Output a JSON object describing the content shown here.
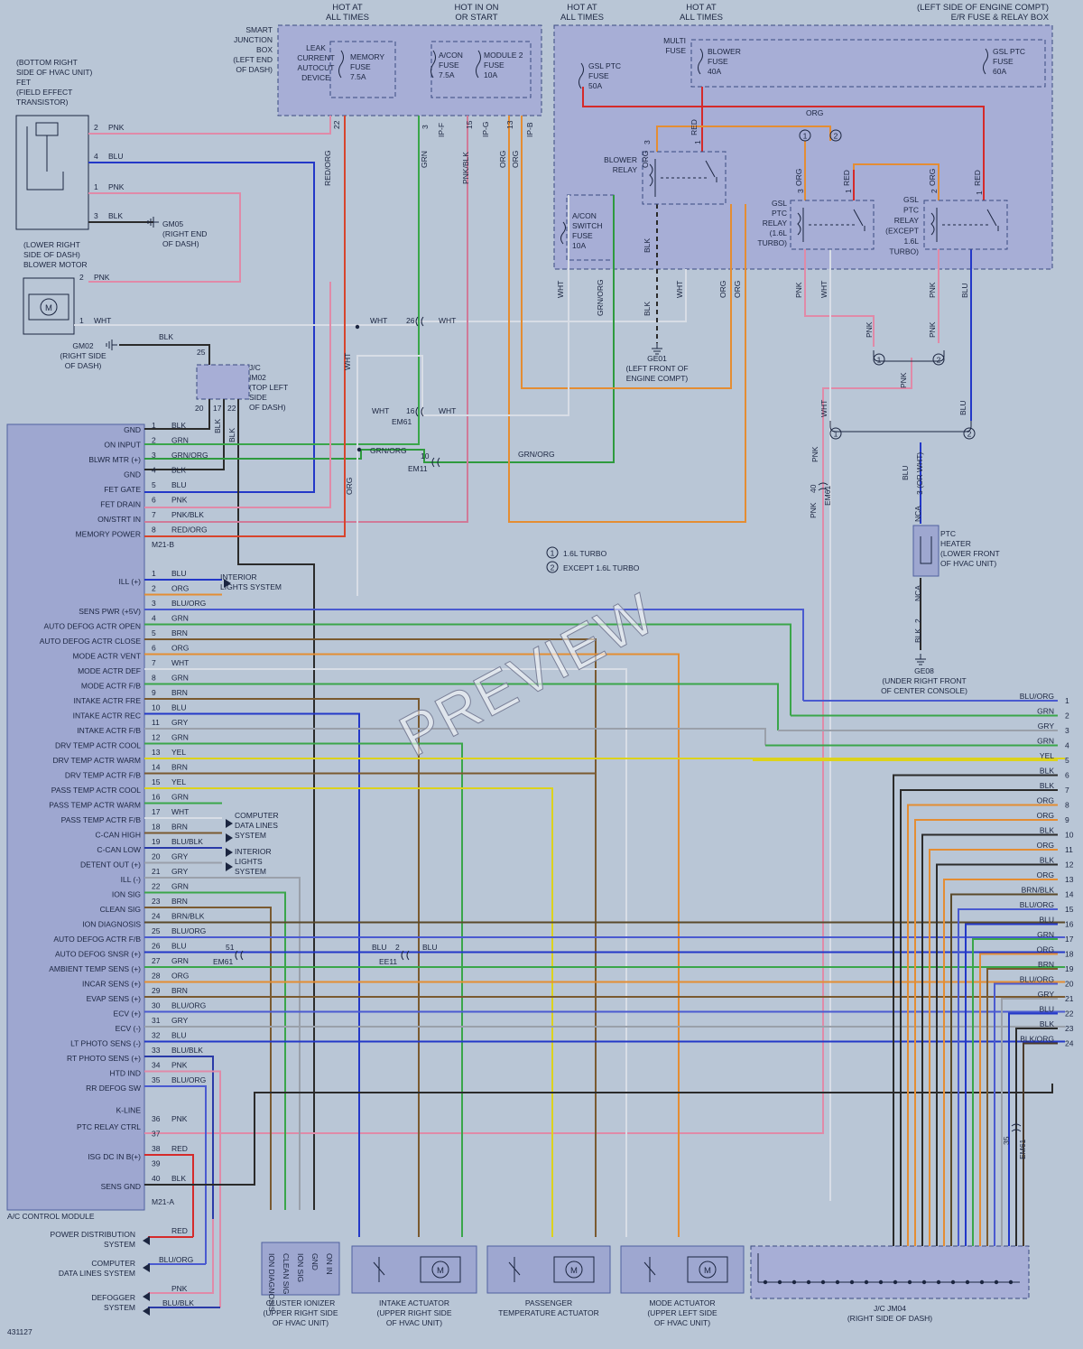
{
  "header": {
    "hot_all_times_left": [
      "HOT AT",
      "ALL TIMES"
    ],
    "hot_on_start": [
      "HOT IN ON",
      "OR START"
    ],
    "hot_all_times_mid": [
      "HOT AT",
      "ALL TIMES"
    ],
    "hot_all_times_right": [
      "HOT AT",
      "ALL TIMES"
    ],
    "engine_compt": [
      "(LEFT SIDE OF ENGINE COMPT)",
      "E/R FUSE & RELAY BOX"
    ]
  },
  "smart_junction": {
    "label": [
      "SMART",
      "JUNCTION",
      "BOX",
      "(LEFT END",
      "OF DASH)"
    ],
    "leak_device": [
      "LEAK",
      "CURRENT",
      "AUTOCUT",
      "DEVICE"
    ],
    "memory_fuse": [
      "MEMORY",
      "FUSE",
      "7.5A"
    ],
    "acon_fuse": [
      "A/CON",
      "FUSE",
      "7.5A"
    ],
    "module2_fuse": [
      "MODULE 2",
      "FUSE",
      "10A"
    ],
    "pins": [
      "22",
      "3",
      "15",
      "13"
    ],
    "connectors": [
      "IP-F",
      "IP-G",
      "IP-B"
    ]
  },
  "er_box": {
    "multi_fuse": [
      "MULTI",
      "FUSE"
    ],
    "gsl_ptc_fuse_50": [
      "GSL PTC",
      "FUSE",
      "50A"
    ],
    "blower_fuse": [
      "BLOWER",
      "FUSE",
      "40A"
    ],
    "gsl_ptc_fuse_60": [
      "GSL PTC",
      "FUSE",
      "60A"
    ],
    "blower_relay": [
      "BLOWER",
      "RELAY"
    ],
    "acon_switch_fuse": [
      "A/CON",
      "SWITCH",
      "FUSE",
      "10A"
    ],
    "gsl_ptc_relay_1": [
      "GSL",
      "PTC",
      "RELAY",
      "(1.6L",
      "TURBO)"
    ],
    "gsl_ptc_relay_2": [
      "GSL",
      "PTC",
      "RELAY",
      "(EXCEPT",
      "1.6L",
      "TURBO)"
    ]
  },
  "fet": {
    "label": [
      "(BOTTOM RIGHT",
      "SIDE OF HVAC UNIT)",
      "FET",
      "(FIELD EFFECT",
      "TRANSISTOR)"
    ],
    "pins": [
      {
        "num": "2",
        "color": "PNK"
      },
      {
        "num": "4",
        "color": "BLU"
      },
      {
        "num": "1",
        "color": "PNK"
      },
      {
        "num": "3",
        "color": "BLK"
      }
    ],
    "ground": [
      "GM05",
      "(RIGHT END",
      "OF DASH)"
    ]
  },
  "blower_motor": {
    "label": [
      "(LOWER RIGHT",
      "SIDE OF DASH)",
      "BLOWER MOTOR"
    ],
    "pin2": "PNK",
    "pin1": "WHT",
    "ground": [
      "GM02",
      "(RIGHT SIDE",
      "OF DASH)"
    ],
    "ground_wire": "BLK",
    "ground_pin": "25"
  },
  "jc_im02": {
    "label": [
      "J/C",
      "IM02",
      "(TOP LEFT",
      "SIDE",
      "OF DASH)"
    ],
    "pins": [
      "20",
      "17",
      "22"
    ]
  },
  "splices": {
    "em61_top": {
      "pin_a": "26",
      "pin_b": "16",
      "name": "EM61"
    },
    "em11": {
      "pin": "10",
      "name": "EM11"
    },
    "ge01": [
      "GE01",
      "(LEFT FRONT OF",
      "ENGINE COMPT)"
    ],
    "ge08": [
      "GE08",
      "(UNDER RIGHT FRONT",
      "OF CENTER CONSOLE)"
    ],
    "em61_mid": {
      "pin": "51",
      "name": "EM61"
    },
    "ee11": {
      "pin": "2",
      "name": "EE11"
    },
    "em61_ptc": {
      "pin": "40",
      "name": "EM61"
    },
    "em61_bottom": {
      "pin": "35",
      "name": "EM61"
    }
  },
  "ptc_heater": {
    "label": [
      "PTC",
      "HEATER",
      "(LOWER FRONT",
      "OF HVAC UNIT)"
    ],
    "pin3": "BLU",
    "pin3_alt": "3 (OR WHT)",
    "nca": "NCA",
    "pin2": "BLK"
  },
  "legend": [
    {
      "num": "1",
      "text": "1.6L TURBO"
    },
    {
      "num": "2",
      "text": "EXCEPT 1.6L TURBO"
    }
  ],
  "module": {
    "name": "A/C CONTROL MODULE",
    "conn_b": "M21-B",
    "conn_a": "M21-A",
    "b_pins": [
      {
        "label": "GND",
        "num": "1",
        "color": "BLK"
      },
      {
        "label": "ON INPUT",
        "num": "2",
        "color": "GRN"
      },
      {
        "label": "BLWR MTR (+)",
        "num": "3",
        "color": "GRN/ORG"
      },
      {
        "label": "GND",
        "num": "4",
        "color": "BLK"
      },
      {
        "label": "FET GATE",
        "num": "5",
        "color": "BLU"
      },
      {
        "label": "FET DRAIN",
        "num": "6",
        "color": "PNK"
      },
      {
        "label": "ON/STRT IN",
        "num": "7",
        "color": "PNK/BLK"
      },
      {
        "label": "MEMORY POWER",
        "num": "8",
        "color": "RED/ORG"
      }
    ],
    "a_pins": [
      {
        "label": "ILL (+)",
        "num": "1",
        "color": "BLU"
      },
      {
        "label": "",
        "num": "2",
        "color": "ORG"
      },
      {
        "label": "SENS PWR (+5V)",
        "num": "3",
        "color": "BLU/ORG"
      },
      {
        "label": "AUTO DEFOG ACTR OPEN",
        "num": "4",
        "color": "GRN"
      },
      {
        "label": "AUTO DEFOG ACTR CLOSE",
        "num": "5",
        "color": "BRN"
      },
      {
        "label": "MODE ACTR VENT",
        "num": "6",
        "color": "ORG"
      },
      {
        "label": "MODE ACTR DEF",
        "num": "7",
        "color": "WHT"
      },
      {
        "label": "MODE ACTR F/B",
        "num": "8",
        "color": "GRN"
      },
      {
        "label": "INTAKE ACTR FRE",
        "num": "9",
        "color": "BRN"
      },
      {
        "label": "INTAKE ACTR REC",
        "num": "10",
        "color": "BLU"
      },
      {
        "label": "INTAKE ACTR F/B",
        "num": "11",
        "color": "GRY"
      },
      {
        "label": "DRV TEMP ACTR COOL",
        "num": "12",
        "color": "GRN"
      },
      {
        "label": "DRV TEMP ACTR WARM",
        "num": "13",
        "color": "YEL"
      },
      {
        "label": "DRV TEMP ACTR F/B",
        "num": "14",
        "color": "BRN"
      },
      {
        "label": "PASS TEMP ACTR COOL",
        "num": "15",
        "color": "YEL"
      },
      {
        "label": "PASS TEMP ACTR WARM",
        "num": "16",
        "color": "GRN"
      },
      {
        "label": "PASS TEMP ACTR F/B",
        "num": "17",
        "color": "WHT"
      },
      {
        "label": "C-CAN HIGH",
        "num": "18",
        "color": "BRN"
      },
      {
        "label": "C-CAN LOW",
        "num": "19",
        "color": "BLU/BLK"
      },
      {
        "label": "DETENT OUT (+)",
        "num": "20",
        "color": "GRY"
      },
      {
        "label": "ILL (-)",
        "num": "21",
        "color": "GRY"
      },
      {
        "label": "ION SIG",
        "num": "22",
        "color": "GRN"
      },
      {
        "label": "CLEAN SIG",
        "num": "23",
        "color": "BRN"
      },
      {
        "label": "ION DIAGNOSIS",
        "num": "24",
        "color": "BRN/BLK"
      },
      {
        "label": "AUTO DEFOG ACTR F/B",
        "num": "25",
        "color": "BLU/ORG"
      },
      {
        "label": "AUTO DEFOG SNSR (+)",
        "num": "26",
        "color": "BLU"
      },
      {
        "label": "AMBIENT TEMP SENS (+)",
        "num": "27",
        "color": "GRN"
      },
      {
        "label": "INCAR SENS (+)",
        "num": "28",
        "color": "ORG"
      },
      {
        "label": "EVAP SENS (+)",
        "num": "29",
        "color": "BRN"
      },
      {
        "label": "ECV (+)",
        "num": "30",
        "color": "BLU/ORG"
      },
      {
        "label": "ECV (-)",
        "num": "31",
        "color": "GRY"
      },
      {
        "label": "LT PHOTO SENS (-)",
        "num": "32",
        "color": "BLU"
      },
      {
        "label": "RT PHOTO SENS (+)",
        "num": "33",
        "color": "BLU/BLK"
      },
      {
        "label": "HTD IND",
        "num": "34",
        "color": "PNK"
      },
      {
        "label": "RR DEFOG SW",
        "num": "35",
        "color": "BLU/ORG"
      },
      {
        "label": "K-LINE",
        "num": "",
        "color": ""
      },
      {
        "label": "PTC RELAY CTRL",
        "num": "36",
        "color": "PNK"
      },
      {
        "label": "",
        "num": "37",
        "color": ""
      },
      {
        "label": "ISG DC IN B(+)",
        "num": "38",
        "color": "RED"
      },
      {
        "label": "",
        "num": "39",
        "color": ""
      },
      {
        "label": "SENS GND",
        "num": "40",
        "color": "BLK"
      }
    ]
  },
  "subsystems": {
    "interior_lights_1": [
      "INTERIOR",
      "LIGHTS SYSTEM"
    ],
    "computer_data": [
      "COMPUTER",
      "DATA LINES",
      "SYSTEM"
    ],
    "interior_lights_2": [
      "INTERIOR",
      "LIGHTS",
      "SYSTEM"
    ],
    "power_distribution": [
      "POWER DISTRIBUTION",
      "SYSTEM"
    ],
    "power_wire": "RED",
    "computer_data_2": [
      "COMPUTER",
      "DATA LINES SYSTEM"
    ],
    "computer_wire": "BLU/ORG",
    "defogger": [
      "DEFOGGER",
      "SYSTEM"
    ],
    "defogger_wires": [
      "PNK",
      "BLU/BLK"
    ]
  },
  "right_list": [
    {
      "num": "1",
      "color": "BLU/ORG"
    },
    {
      "num": "2",
      "color": "GRN"
    },
    {
      "num": "3",
      "color": "GRY"
    },
    {
      "num": "4",
      "color": "GRN"
    },
    {
      "num": "5",
      "color": "YEL"
    },
    {
      "num": "6",
      "color": "BLK"
    },
    {
      "num": "7",
      "color": "BLK"
    },
    {
      "num": "8",
      "color": "ORG"
    },
    {
      "num": "9",
      "color": "ORG"
    },
    {
      "num": "10",
      "color": "BLK"
    },
    {
      "num": "11",
      "color": "ORG"
    },
    {
      "num": "12",
      "color": "BLK"
    },
    {
      "num": "13",
      "color": "ORG"
    },
    {
      "num": "14",
      "color": "BRN/BLK"
    },
    {
      "num": "15",
      "color": "BLU/ORG"
    },
    {
      "num": "16",
      "color": "BLU"
    },
    {
      "num": "17",
      "color": "GRN"
    },
    {
      "num": "18",
      "color": "ORG"
    },
    {
      "num": "19",
      "color": "BRN"
    },
    {
      "num": "20",
      "color": "BLU/ORG"
    },
    {
      "num": "21",
      "color": "GRY"
    },
    {
      "num": "22",
      "color": "BLU"
    },
    {
      "num": "23",
      "color": "BLK"
    },
    {
      "num": "24",
      "color": "BLK/ORG"
    }
  ],
  "bottom": {
    "cluster_ionizer": {
      "label": [
        "CLUSTER IONIZER",
        "(UPPER RIGHT SIDE",
        "OF HVAC UNIT)"
      ],
      "pins": [
        "ION DIAGNOSIS",
        "CLEAN SIG",
        "ION SIG",
        "GND",
        "ON IN"
      ]
    },
    "intake_actuator": [
      "INTAKE ACTUATOR",
      "(UPPER RIGHT SIDE",
      "OF HVAC UNIT)"
    ],
    "passenger_actuator": [
      "PASSENGER",
      "TEMPERATURE ACTUATOR"
    ],
    "mode_actuator": [
      "MODE ACTUATOR",
      "(UPPER LEFT SIDE",
      "OF HVAC UNIT)"
    ],
    "jc_jm04": [
      "J/C JM04",
      "(RIGHT SIDE OF DASH)"
    ],
    "diagram_id": "431127"
  },
  "watermark": "PREVIEW",
  "colors": {
    "BLK": "#2b2b2b",
    "GRN": "#3aa64a",
    "BLU": "#2338c8",
    "PNK": "#e08aa8",
    "ORG": "#e48d33",
    "RED": "#d52a2a",
    "WHT": "#d8dde6",
    "GRY": "#9aa0aa",
    "BRN": "#7a5a30",
    "YEL": "#dcd21c",
    "GRN/ORG": "#2e9a3e",
    "BLU/ORG": "#4a5ad0",
    "BRN/BLK": "#5a4a2a",
    "BLU/BLK": "#2a3aa8",
    "PNK/BLK": "#d07a98",
    "RED/ORG": "#d8442c",
    "BLK/ORG": "#4a3a2a"
  }
}
